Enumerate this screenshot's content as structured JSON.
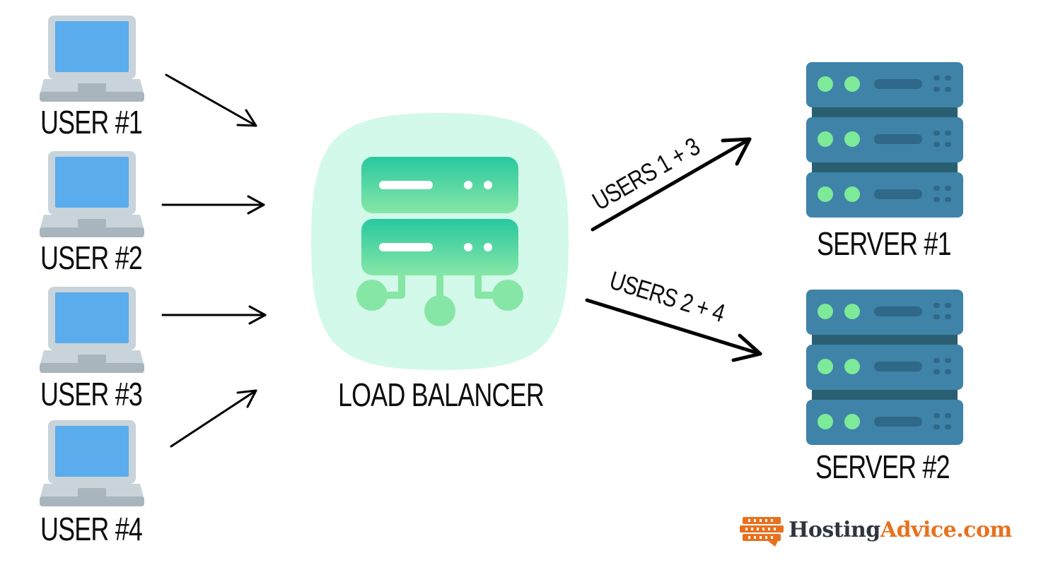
{
  "users": [
    {
      "label": "USER #1"
    },
    {
      "label": "USER #2"
    },
    {
      "label": "USER #3"
    },
    {
      "label": "USER #4"
    }
  ],
  "load_balancer": {
    "label": "LOAD BALANCER"
  },
  "servers": [
    {
      "label": "SERVER #1"
    },
    {
      "label": "SERVER #2"
    }
  ],
  "routes": [
    {
      "label": "USERS 1 + 3"
    },
    {
      "label": "USERS 2 + 4"
    }
  ],
  "brand": {
    "name_part1": "Hosting",
    "name_part2": "Advice.com",
    "accent": "#e8711f",
    "dark": "#2f3540"
  },
  "colors": {
    "laptop_screen": "#5aacec",
    "laptop_body": "#c8d3da",
    "laptop_base": "#a9b5bd",
    "server_body": "#3f83a8",
    "server_dark": "#2a5f72",
    "server_led": "#7dea9a",
    "lb_bg": "#d2f9e9",
    "lb_icon_top": "#28c8a0",
    "lb_icon_bottom": "#7de3a4"
  }
}
